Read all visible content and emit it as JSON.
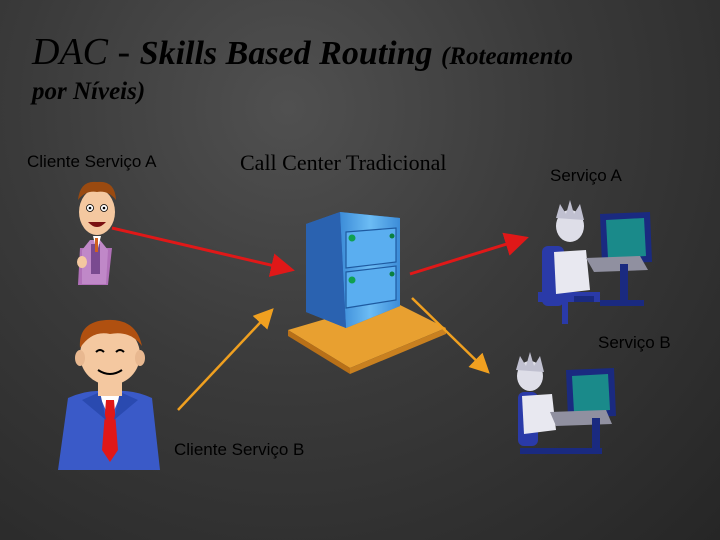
{
  "title": {
    "part1": "DAC - ",
    "part2": "Skills Based Routing ",
    "part3": "(Roteamento",
    "line2": "por Níveis)"
  },
  "labels": {
    "client_a": "Cliente Serviço A",
    "center": "Call Center Tradicional",
    "service_a": "Serviço A",
    "service_b": "Serviço B",
    "client_b": "Cliente Serviço B"
  },
  "colors": {
    "arrow_red": "#e01818",
    "arrow_orange": "#f0a020",
    "server_blue": "#4aa2e8",
    "platform": "#e8a030"
  }
}
